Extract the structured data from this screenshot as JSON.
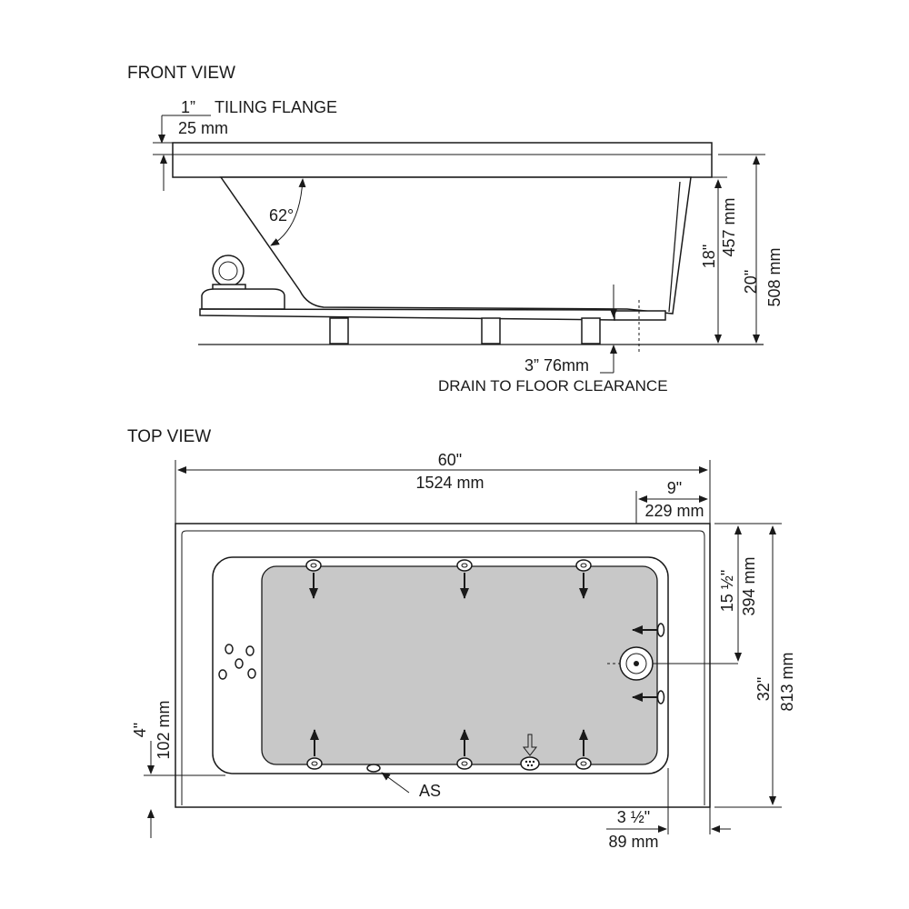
{
  "front_view": {
    "title": "FRONT VIEW",
    "flange": {
      "inch": "1”",
      "mm": "25 mm",
      "label": "TILING FLANGE"
    },
    "angle": "62°",
    "depth_inner": {
      "inch": "18\"",
      "mm": "457 mm"
    },
    "height_total": {
      "inch": "20\"",
      "mm": "508 mm"
    },
    "drain_clearance": {
      "value": "3”  76mm",
      "label": "DRAIN TO FLOOR CLEARANCE"
    }
  },
  "top_view": {
    "title": "TOP VIEW",
    "length": {
      "inch": "60\"",
      "mm": "1524 mm"
    },
    "drain_offset": {
      "inch": "9\"",
      "mm": "229 mm"
    },
    "drain_center": {
      "inch": "15 ½\"",
      "mm": "394 mm"
    },
    "width": {
      "inch": "32\"",
      "mm": "813 mm"
    },
    "flange_side": {
      "inch": "4\"",
      "mm": "102 mm"
    },
    "bottom_offset": {
      "inch": "3 ½\"",
      "mm": "89 mm"
    },
    "sensor_label": "AS"
  }
}
